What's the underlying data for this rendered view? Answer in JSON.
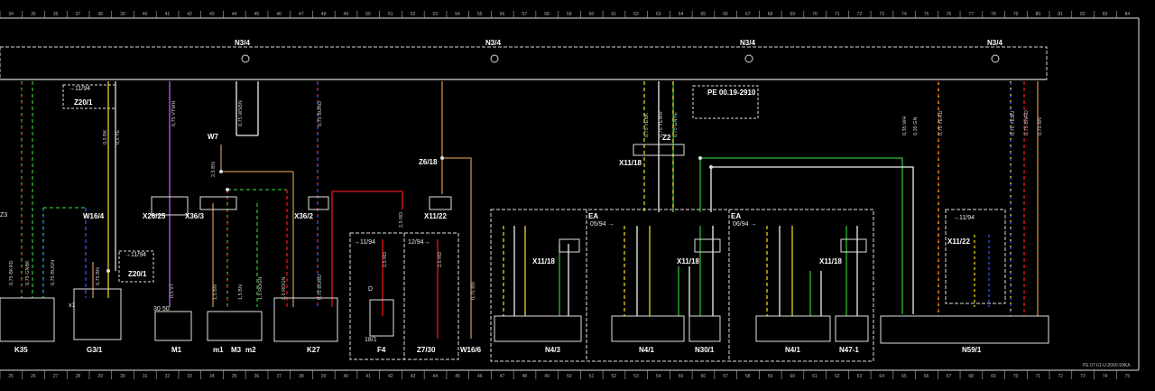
{
  "colors": {
    "background": "#000000",
    "frame": "#e0e0e0",
    "dashed": "#d8d8d8",
    "wire_red": "#e01818",
    "wire_green": "#2fb82f",
    "wire_yellow": "#e6d21a",
    "wire_blue": "#3050ff",
    "wire_violet": "#c060e0",
    "wire_brown": "#c88a4a",
    "wire_white": "#f0f0f0",
    "wire_orange": "#e07a20"
  },
  "ruler_top": [
    "34",
    "35",
    "36",
    "37",
    "38",
    "39",
    "40",
    "41",
    "42",
    "43",
    "44",
    "45",
    "46",
    "47",
    "48",
    "49",
    "50",
    "51",
    "52",
    "53",
    "54",
    "55",
    "56",
    "57",
    "58",
    "59",
    "60",
    "61",
    "62",
    "63",
    "64",
    "65",
    "66",
    "67",
    "68",
    "69",
    "70",
    "71",
    "72",
    "73",
    "74",
    "75",
    "76",
    "77",
    "78",
    "79",
    "80",
    "81",
    "82",
    "83",
    "84"
  ],
  "ruler_bottom": [
    "25",
    "26",
    "27",
    "28",
    "29",
    "30",
    "31",
    "32",
    "33",
    "34",
    "35",
    "36",
    "37",
    "38",
    "39",
    "40",
    "41",
    "42",
    "43",
    "44",
    "45",
    "46",
    "47",
    "48",
    "49",
    "50",
    "51",
    "52",
    "53",
    "54",
    "55",
    "56",
    "57",
    "58",
    "59",
    "60",
    "61",
    "62",
    "63",
    "64",
    "65",
    "66",
    "67",
    "68",
    "69",
    "70",
    "71",
    "72",
    "73",
    "74",
    "75"
  ],
  "bus": {
    "labels": [
      "N3/4",
      "N3/4",
      "N3/4",
      "N3/4",
      "N3/4"
    ]
  },
  "components": {
    "K35": "K35",
    "G3_1": "G3/1",
    "M1": "M1",
    "m1": "m1",
    "M3": "M3",
    "m2": "m2",
    "K27": "K27",
    "F4": "F4",
    "Z7_30": "Z7/30",
    "W16_6": "W16/6",
    "N4_3": "N4/3",
    "N4_1a": "N4/1",
    "N30_1": "N30/1",
    "N4_1b": "N4/1",
    "N47_1": "N47-1",
    "N59_1": "N59/1",
    "Z20_1a": "Z20/1",
    "Z20_1b": "Z20/1",
    "W16_4": "W16/4",
    "X26_25": "X26/25",
    "X36_3": "X36/3",
    "X36_2": "X36/2",
    "W7": "W7",
    "Z6_18": "Z6/18",
    "X11_22a": "X11/22",
    "X11_18a": "X11/18",
    "Z2": "Z2",
    "X11_18b": "X11/18",
    "X11_18c": "X11/18",
    "X11_18d": "X11/18",
    "X11_22b": "X11/22",
    "pe_ref": "PE 00.19-2910",
    "footer_ref": "PE 07.61-U-2000-99KA",
    "date_1194a": "→11/94",
    "date_1194b": "→11/94",
    "date_1294": "12/94→",
    "date_1194c": "→11/94",
    "date_0594": "05/94 →",
    "date_0694": "06/94 →",
    "date_1194d": "→11/94",
    "ea_a": "EA",
    "ea_b": "EA",
    "D": "D",
    "x1": "x1",
    "z3": "Z3",
    "f18_1": "18/1",
    "n30": "30",
    "n50": "50"
  },
  "wire_labels": {
    "w_bkrd": "0,75 BKRD",
    "w_gnbk": "0,75 GNBK",
    "w_bugn": "0,75 BUGN",
    "w_bn1": "0,75 BN",
    "w_bk": "0,5 BK",
    "w_ye": "0,5 YE",
    "w_vtwh": "0,75 VTWH",
    "w_wsbn": "0,75 WSBN",
    "w_burd1": "0,75 BURD",
    "w_bn2": "1,5 BN",
    "w_bn25": "2,5 BN",
    "w_vt": "0,5 VT",
    "w_bn3": "1,5 BN",
    "w_rdgn1": "1,5 RDGN",
    "w_rdgn2": "2,5 RDGN",
    "w_burd2": "0,75 BURD",
    "w_rd1": "2,5 RD",
    "w_rd2": "2,5 RD",
    "w_rd3": "2,5 RD",
    "w_bn4": "0,75 BN",
    "w_yebk1": "0,75 YEBK",
    "w_yewh1": "0,75 YEWH",
    "w_gnye1": "0,75 GNYE",
    "w_wh1": "0,35 WH",
    "w_gn1": "0,35 GN",
    "w_yerd": "0,75 YERD",
    "w_yebu": "0,75 YEBU",
    "w_bnrd": "0,75 BNRD",
    "w_bn5": "0,75 BN"
  }
}
